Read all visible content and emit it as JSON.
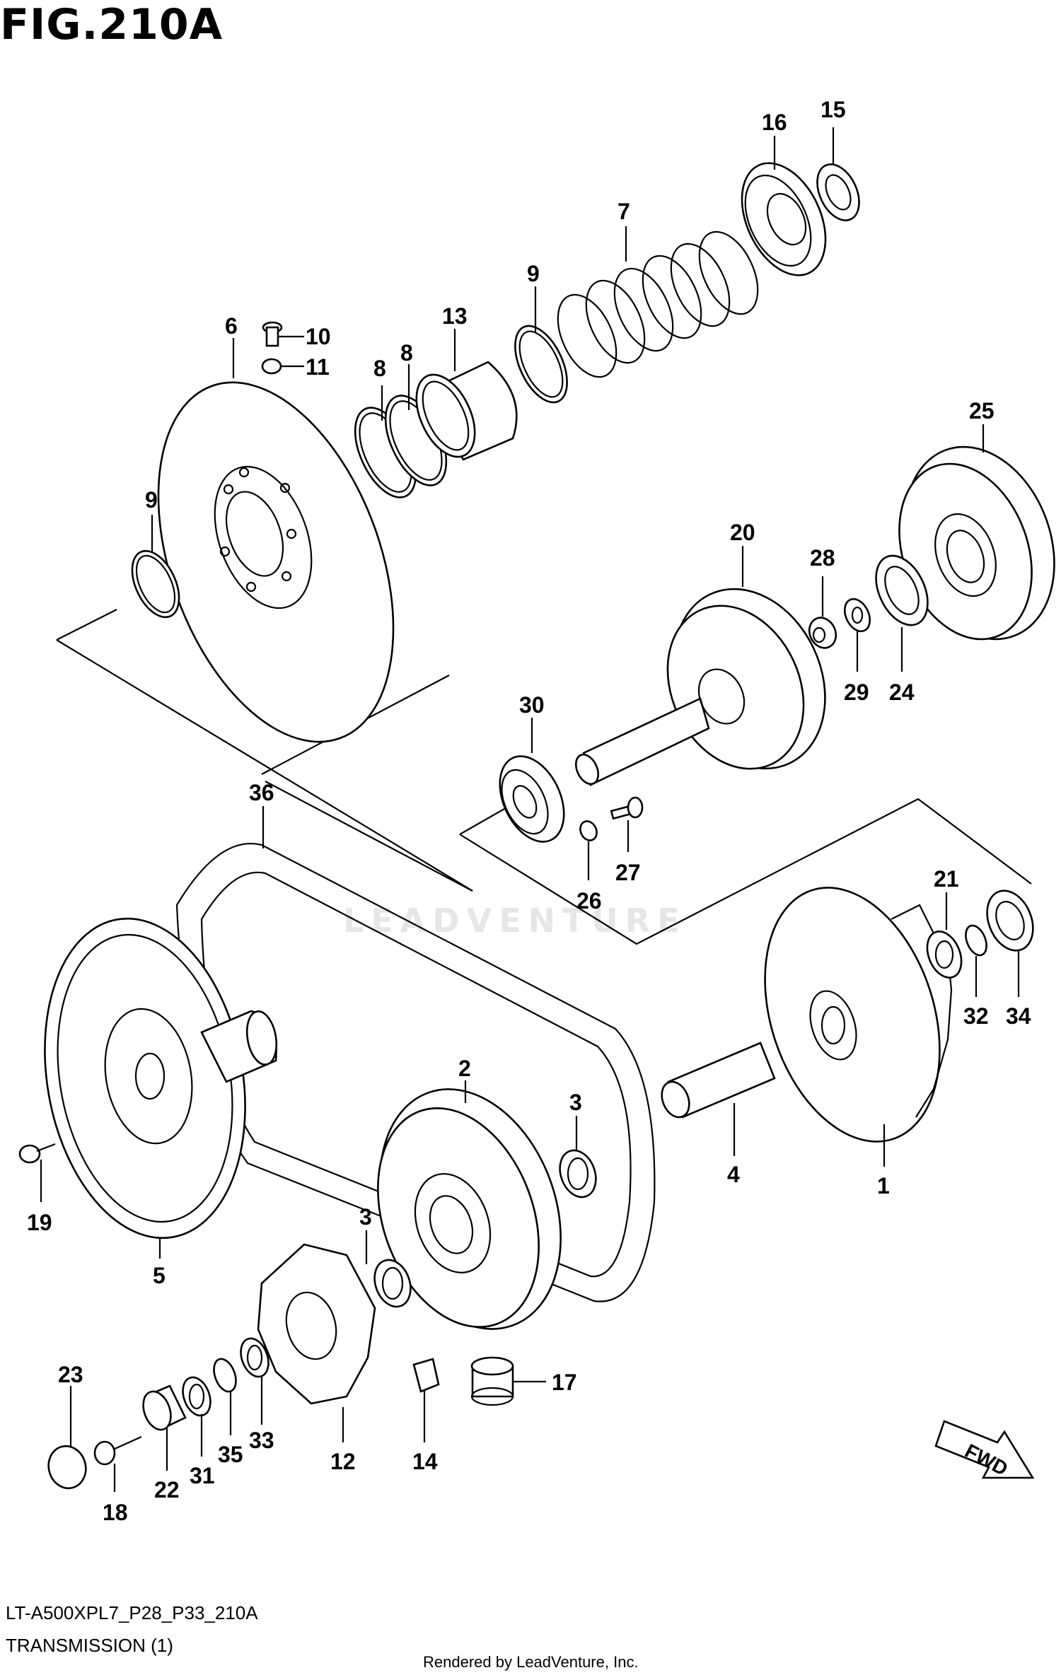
{
  "figure_title": "FIG.210A",
  "footer": {
    "model_code": "LT-A500XPL7_P28_P33_210A",
    "section_title": "TRANSMISSION (1)",
    "credit": "Rendered by LeadVenture, Inc."
  },
  "watermark": "LEADVENTURE",
  "fwd_label": "FWD",
  "callouts": {
    "c1": "1",
    "c2": "2",
    "c3a": "3",
    "c3b": "3",
    "c4": "4",
    "c5": "5",
    "c6": "6",
    "c7": "7",
    "c8a": "8",
    "c8b": "8",
    "c9a": "9",
    "c9b": "9",
    "c10": "10",
    "c11": "11",
    "c12": "12",
    "c13": "13",
    "c14": "14",
    "c15": "15",
    "c16": "16",
    "c17": "17",
    "c18": "18",
    "c19": "19",
    "c20": "20",
    "c21": "21",
    "c22": "22",
    "c23": "23",
    "c24": "24",
    "c25": "25",
    "c26": "26",
    "c27": "27",
    "c28": "28",
    "c29": "29",
    "c30": "30",
    "c31": "31",
    "c32": "32",
    "c33": "33",
    "c34": "34",
    "c35": "35",
    "c36": "36"
  }
}
